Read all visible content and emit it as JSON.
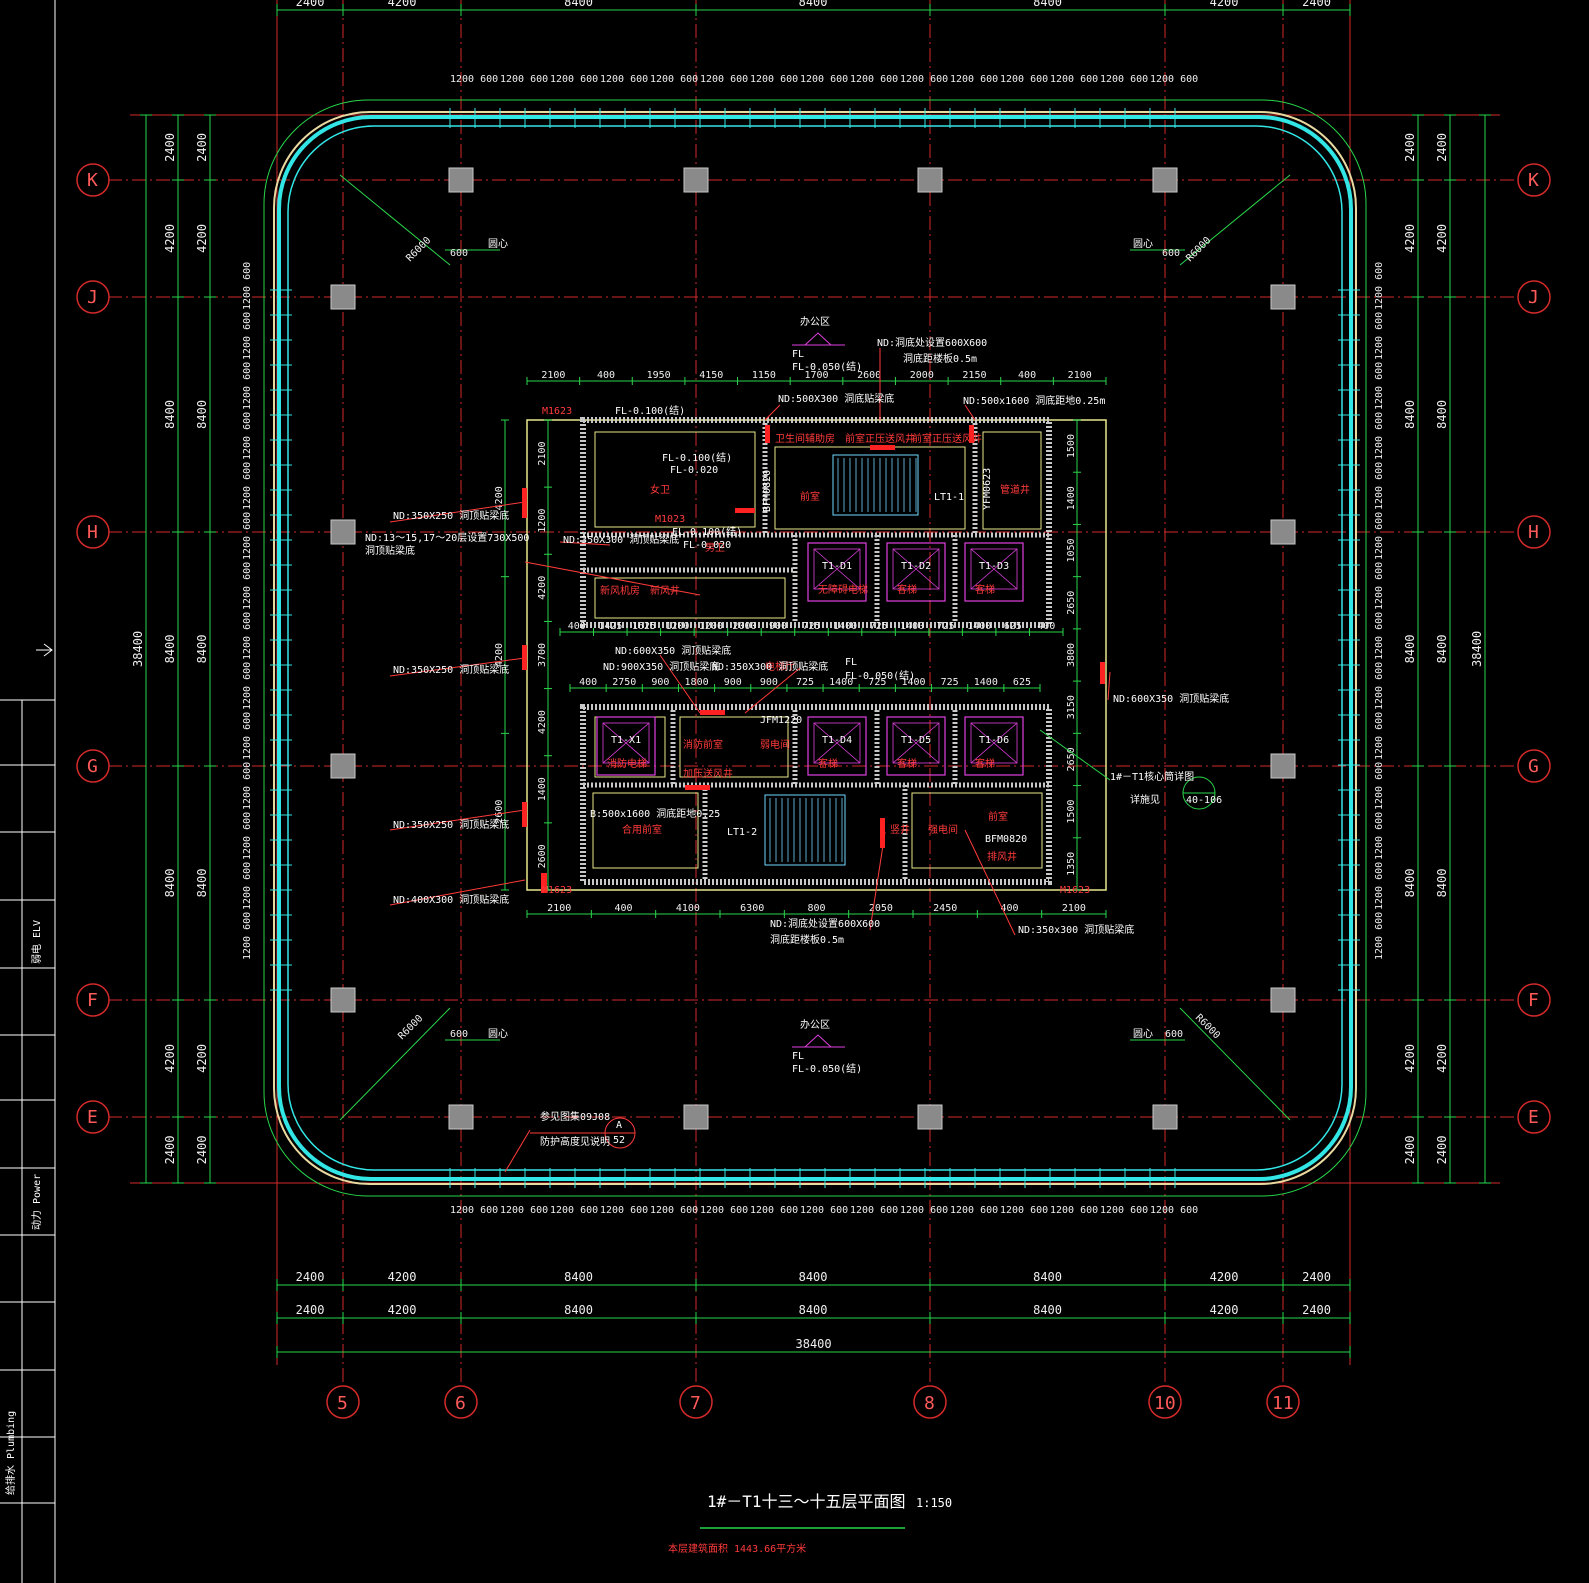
{
  "drawing": {
    "title": "1#－T1十三～十五层平面图",
    "scale": "1:150",
    "area_note": "本层建筑面积 1443.66平方米",
    "background": "#000000",
    "colors": {
      "grid": "#d42a2a",
      "dimension": "#29d64a",
      "curtain_wall": "#32e6e6",
      "core_wall": "#e8e88a",
      "elevator": "#e040e0",
      "annotation": "#ffffff",
      "red_note": "#ff3b3b"
    }
  },
  "grid_axes": {
    "rows": [
      "K",
      "J",
      "H",
      "G",
      "F",
      "E"
    ],
    "columns": [
      "5",
      "6",
      "7",
      "8",
      "10",
      "11"
    ]
  },
  "dimensions": {
    "top": [
      "2400",
      "4200",
      "8400",
      "8400",
      "8400",
      "4200",
      "2400"
    ],
    "bottom_row1": [
      "2400",
      "4200",
      "8400",
      "8400",
      "8400",
      "4200",
      "2400"
    ],
    "bottom_row2": [
      "2400",
      "4200",
      "8400",
      "8400",
      "8400",
      "4200",
      "2400"
    ],
    "bottom_total": "38400",
    "left_inner": [
      "2400",
      "4200",
      "8400",
      "8400",
      "8400",
      "4200",
      "2400"
    ],
    "left_outer": [
      "2400",
      "4200",
      "8400",
      "8400",
      "8400",
      "4200",
      "2400"
    ],
    "left_total": "38400",
    "right_inner": [
      "2400",
      "4200",
      "8400",
      "8400",
      "8400",
      "4200",
      "2400"
    ],
    "right_outer": [
      "2400",
      "4200",
      "8400",
      "8400",
      "8400",
      "4200",
      "2400"
    ],
    "right_total": "38400",
    "core_top": [
      "2100",
      "400",
      "1950",
      "4150",
      "1150",
      "1700",
      "2600",
      "2000",
      "2150",
      "400",
      "2100"
    ],
    "core_bottom": [
      "2100",
      "400",
      "4100",
      "6300",
      "800",
      "2050",
      "2450",
      "400",
      "2100"
    ],
    "core_mid_row1": [
      "400",
      "1425",
      "1625",
      "1200",
      "1200",
      "2000",
      "900",
      "725",
      "1400",
      "725",
      "1400",
      "725",
      "1400",
      "625",
      "400"
    ],
    "core_mid_row2": [
      "400",
      "2750",
      "900",
      "1800",
      "900",
      "900",
      "725",
      "1400",
      "725",
      "1400",
      "725",
      "1400",
      "625"
    ],
    "core_left": [
      "2100",
      "1200",
      "4200",
      "3700",
      "4200",
      "1400",
      "2600"
    ],
    "core_right": [
      "1500",
      "1400",
      "1050",
      "2650",
      "3800",
      "3150",
      "2650",
      "1500",
      "1350"
    ],
    "facade_module": "1200 600"
  },
  "annotations": {
    "office_top_label": "办公区",
    "office_top_level_a": "FL",
    "office_top_level_b": "FL-0.050(结)",
    "office_bottom_label": "办公区",
    "office_bottom_level_a": "FL",
    "office_bottom_level_b": "FL-0.050(结)",
    "corner_radius": "R6000",
    "corner_circle_center": "圆心",
    "corner_offset": "600",
    "nd_top": "ND:洞底处设置600X600",
    "nd_top_2": "洞底距楼板0.5m",
    "nd_500x300": "ND:500X300 洞底贴梁底",
    "nd_500x1600": "ND:500x1600 洞底距地0.25m",
    "nd_350x250_a": "ND:350X250 洞顶贴梁底",
    "nd_13_15": "ND:13～15,17～20层设置730X500",
    "nd_13_15_b": "洞顶贴梁底",
    "nd_350x300_a": "ND:350X300 洞顶贴梁底",
    "nd_350x250_b": "ND:350X250 洞顶贴梁底",
    "nd_600x350": "ND:600X350 洞顶贴梁底",
    "nd_900x350": "ND:900X350 洞顶贴梁底",
    "nd_350x300_b": "ND:350X300 洞顶贴梁底",
    "nd_600x350_r": "ND:600X350 洞顶贴梁底",
    "nd_350x250_c": "ND:350X250 洞顶贴梁底",
    "nd_500x1600_b": "B:500x1600 洞底距地0.25",
    "nd_400x300": "ND:400X300 洞顶贴梁底",
    "nd_bottom": "ND:洞底处设置600X600",
    "nd_bottom_2": "洞底距楼板0.5m",
    "nd_350x300_c": "ND:350x300 洞顶贴梁底",
    "fl_core_1": "FL-0.100(结)",
    "fl_core_2": "FL-0.100(结)",
    "fl_core_3": "FL-0.020",
    "fl_core_4": "FL-0.100(结)",
    "fl_core_5": "FL-0.020",
    "fl_core_6": "FL",
    "fl_core_7": "FL-0.050(结)",
    "callout_left": "参见图集09J08",
    "callout_left_2": "防护高度见说明",
    "callout_ref_top": "A",
    "callout_ref_bottom": "52",
    "core_ref": "1#－T1核心筒详图",
    "core_ref_2": "详施见",
    "core_ref_sheet": "40-106",
    "door_m1623": "M1623",
    "door_m1023": "M1023",
    "door_jfm": "JFM1220",
    "door_bfm": "BFM0820",
    "door_yfm": "YFM0623",
    "lifts": [
      "T1-D1",
      "T1-D2",
      "T1-D3",
      "T1-D4",
      "T1-D5",
      "T1-D6",
      "T1-X1"
    ],
    "lift_notes": [
      "无障碍电梯",
      "客梯",
      "客梯",
      "客梯",
      "客梯",
      "客梯",
      "消防电梯"
    ],
    "stair_1": "LT1-1",
    "stair_2": "LT1-2",
    "room_tags": [
      "卫生间辅助房",
      "前室正压送风井",
      "前室正压送风井",
      "前室",
      "女卫",
      "男卫",
      "新风机房",
      "合用前室",
      "消防前室",
      "强电间",
      "弱电间",
      "前室",
      "排风井",
      "加压送风井",
      "新风井",
      "竖井",
      "管道井",
      "电梯厅"
    ]
  },
  "title_block": {
    "cells": [
      "弱电 ELV",
      "动力 Power",
      "给排水 Plumbing"
    ]
  }
}
